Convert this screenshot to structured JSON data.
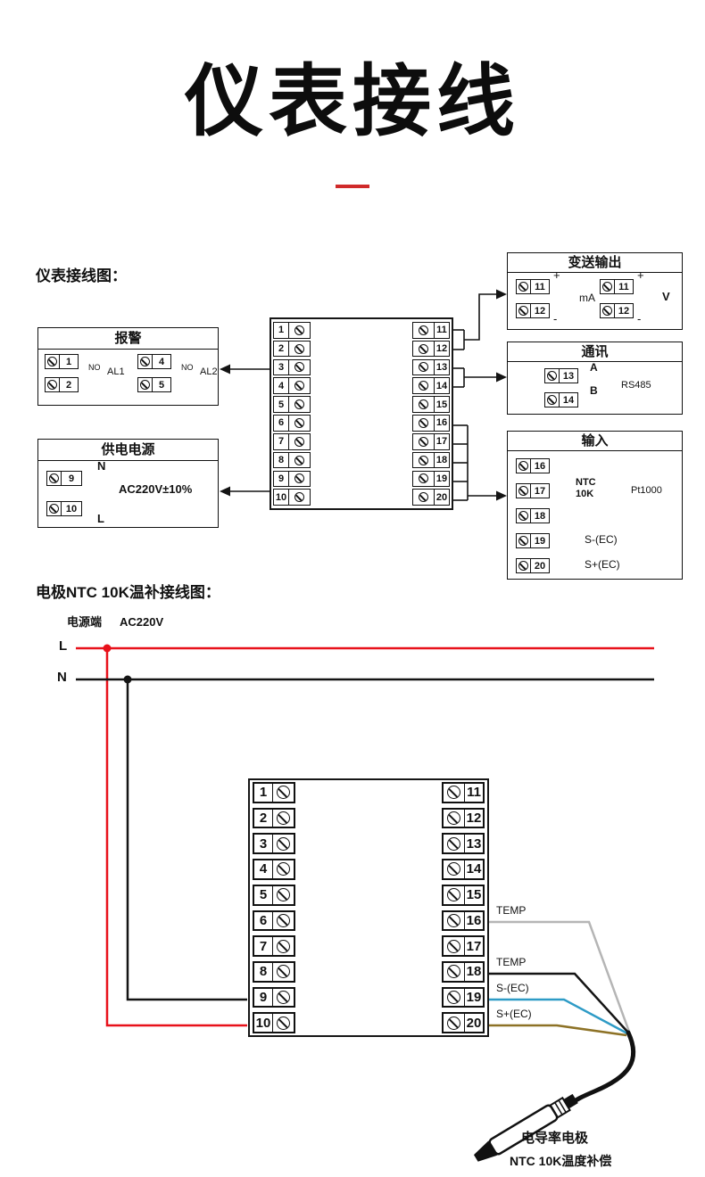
{
  "page": {
    "title": "仪表接线",
    "section1_label": "仪表接线图：",
    "section2_label": "电极NTC 10K温补接线图："
  },
  "colors": {
    "accent_red": "#d02a2a",
    "wire_red": "#e8111a",
    "wire_black": "#141414",
    "wire_gray": "#b5b5b5",
    "wire_blue": "#2e9bc6",
    "wire_brown": "#8d7226"
  },
  "main_block": {
    "left": [
      "1",
      "2",
      "3",
      "4",
      "5",
      "6",
      "7",
      "8",
      "9",
      "10"
    ],
    "right": [
      "11",
      "12",
      "13",
      "14",
      "15",
      "16",
      "17",
      "18",
      "19",
      "20"
    ]
  },
  "alarm_box": {
    "title": "报警",
    "g1_top": "1",
    "g1_bottom": "2",
    "g1_no": "NO",
    "g1_label": "AL1",
    "g2_top": "4",
    "g2_bottom": "5",
    "g2_no": "NO",
    "g2_label": "AL2"
  },
  "power_box": {
    "title": "供电电源",
    "t_top": "9",
    "t_top_label": "N",
    "t_bottom": "10",
    "t_bottom_label": "L",
    "voltage": "AC220V±10%"
  },
  "output_box": {
    "title": "变送输出",
    "p1_top": "11",
    "p1_bottom": "12",
    "p1_plus": "+",
    "p1_minus": "-",
    "p1_unit": "mA",
    "p2_top": "11",
    "p2_bottom": "12",
    "p2_plus": "+",
    "p2_minus": "-",
    "p2_unit": "V"
  },
  "comm_box": {
    "title": "通讯",
    "t1": "13",
    "t1_label": "A",
    "t2": "14",
    "t2_label": "B",
    "protocol": "RS485"
  },
  "input_box": {
    "title": "输入",
    "t1": "16",
    "t2": "17",
    "t3": "18",
    "t4": "19",
    "t5": "20",
    "ntc1": "NTC",
    "ntc2": "10K",
    "pt": "Pt1000",
    "s_minus": "S-(EC)",
    "s_plus": "S+(EC)"
  },
  "bottom": {
    "power_side": "电源端",
    "voltage": "AC220V",
    "l": "L",
    "n": "N",
    "block": {
      "left": [
        "1",
        "2",
        "3",
        "4",
        "5",
        "6",
        "7",
        "8",
        "9",
        "10"
      ],
      "right": [
        "11",
        "12",
        "13",
        "14",
        "15",
        "16",
        "17",
        "18",
        "19",
        "20"
      ]
    },
    "w16": "TEMP",
    "w18": "TEMP",
    "w19": "S-(EC)",
    "w20": "S+(EC)",
    "probe_name": "电导率电极",
    "probe_desc": "NTC 10K温度补偿"
  }
}
